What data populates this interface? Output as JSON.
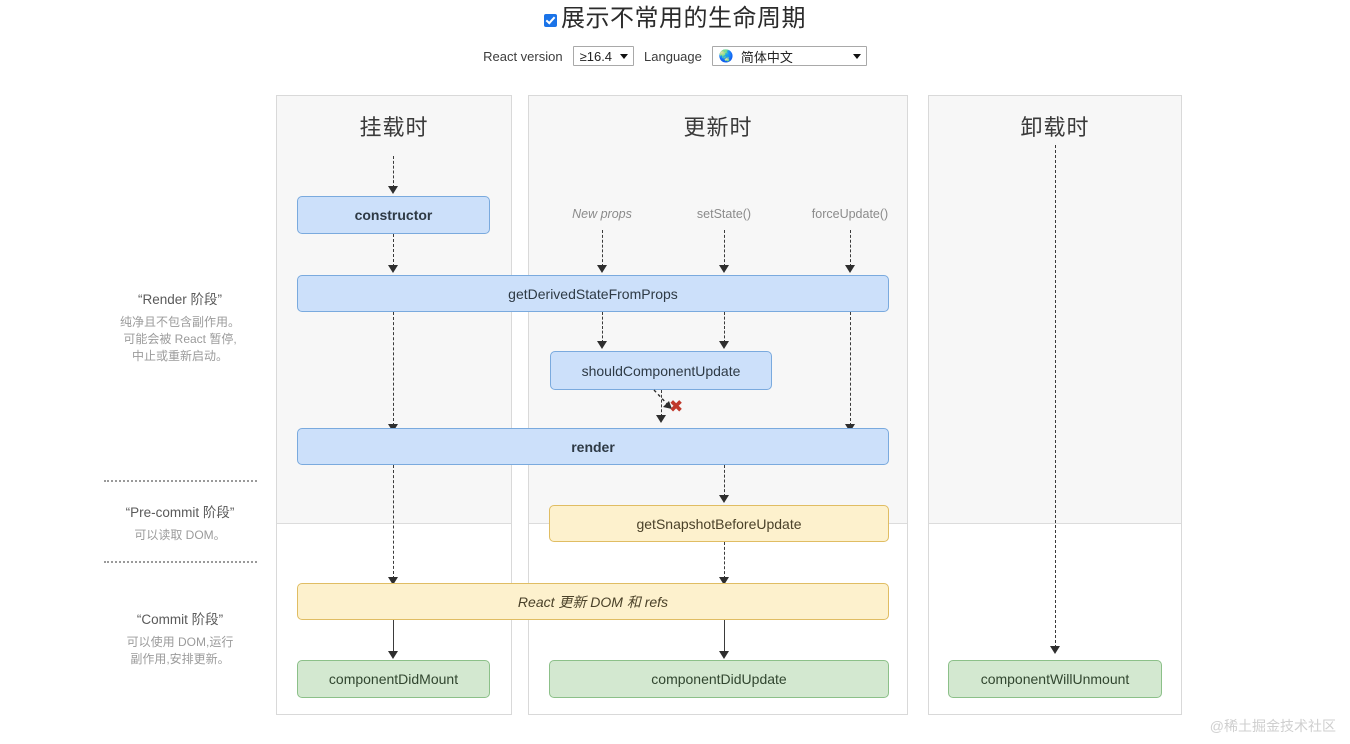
{
  "header": {
    "checkbox_checked": true,
    "title": "展示不常用的生命周期",
    "react_version_label": "React version",
    "react_version_value": "≥16.4",
    "language_label": "Language",
    "language_value": "简体中文",
    "globe_icon": "🌏"
  },
  "phases": [
    {
      "id": "render",
      "heading": "“Render 阶段”",
      "description": "纯净且不包含副作用。\n可能会被 React 暂停,\n中止或重新启动。"
    },
    {
      "id": "pre-commit",
      "heading": "“Pre-commit 阶段”",
      "description": "可以读取 DOM。"
    },
    {
      "id": "commit",
      "heading": "“Commit 阶段”",
      "description": "可以使用 DOM,运行\n副作用,安排更新。"
    }
  ],
  "columns": [
    {
      "id": "mounting",
      "title": "挂载时"
    },
    {
      "id": "updating",
      "title": "更新时"
    },
    {
      "id": "unmounting",
      "title": "卸载时"
    }
  ],
  "triggers": [
    {
      "id": "new-props",
      "label": "New props",
      "italic": true
    },
    {
      "id": "set-state",
      "label": "setState()",
      "italic": false
    },
    {
      "id": "force-update",
      "label": "forceUpdate()",
      "italic": false
    }
  ],
  "lifecycle_boxes": [
    {
      "id": "constructor",
      "label": "constructor",
      "color": "blue",
      "bold": true
    },
    {
      "id": "get-derived-state-from-props",
      "label": "getDerivedStateFromProps",
      "color": "blue",
      "bold": false
    },
    {
      "id": "should-component-update",
      "label": "shouldComponentUpdate",
      "color": "blue",
      "bold": false
    },
    {
      "id": "render",
      "label": "render",
      "color": "blue",
      "bold": true
    },
    {
      "id": "get-snapshot-before-update",
      "label": "getSnapshotBeforeUpdate",
      "color": "yellow",
      "bold": false
    },
    {
      "id": "react-updates-dom",
      "label": "React 更新 DOM 和 refs",
      "color": "yellow",
      "italic": true
    },
    {
      "id": "component-did-mount",
      "label": "componentDidMount",
      "color": "green",
      "bold": false
    },
    {
      "id": "component-did-update",
      "label": "componentDidUpdate",
      "color": "green",
      "bold": false
    },
    {
      "id": "component-will-unmount",
      "label": "componentWillUnmount",
      "color": "green",
      "bold": false
    }
  ],
  "annotations": {
    "skip_update_mark": "✖"
  },
  "watermark": "@稀土掘金技术社区",
  "colors": {
    "blue_fill": "#cce0fa",
    "blue_border": "#7aaade",
    "yellow_fill": "#fdf1cd",
    "yellow_border": "#e0bd63",
    "green_fill": "#d3e8d0",
    "green_border": "#8cc089",
    "column_shade": "#f7f7f7",
    "accent_checkbox": "#1a73e8",
    "x_mark": "#c0392b"
  }
}
